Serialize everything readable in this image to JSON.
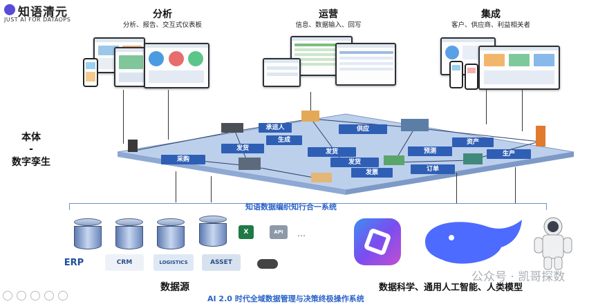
{
  "brand": {
    "name": "知语清元",
    "tagline": "JUST AI FOR DATAOPS"
  },
  "sections": [
    {
      "title": "分析",
      "subtitle": "分析、报告、交互式仪表板"
    },
    {
      "title": "运营",
      "subtitle": "信息、数据输入、回写"
    },
    {
      "title": "集成",
      "subtitle": "客户、供应商、利益相关者"
    }
  ],
  "left_label": {
    "line1": "本体",
    "line2": "-",
    "line3": "数字孪生"
  },
  "platform_tags": [
    "承运人",
    "供应",
    "发货",
    "生成",
    "发货",
    "资产",
    "采购",
    "预测",
    "发货",
    "生产",
    "订单",
    "发票"
  ],
  "system_title": "知语数据编织知行合一系统",
  "data_sources_label": "数据源",
  "ai_label": "数据科学、通用人工智能、人类模型",
  "footer_title": "AI 2.0 时代全域数据管理与决策终极操作系统",
  "watermark": "公众号 · 凯哥探数",
  "source_logos": [
    "ERP",
    "CRM",
    "LOGISTICS",
    "ASSET",
    "X",
    "API"
  ],
  "colors": {
    "tag_blue": "#2f5fb5",
    "platform": "#bcd0ec",
    "system_text": "#2a63c9"
  }
}
